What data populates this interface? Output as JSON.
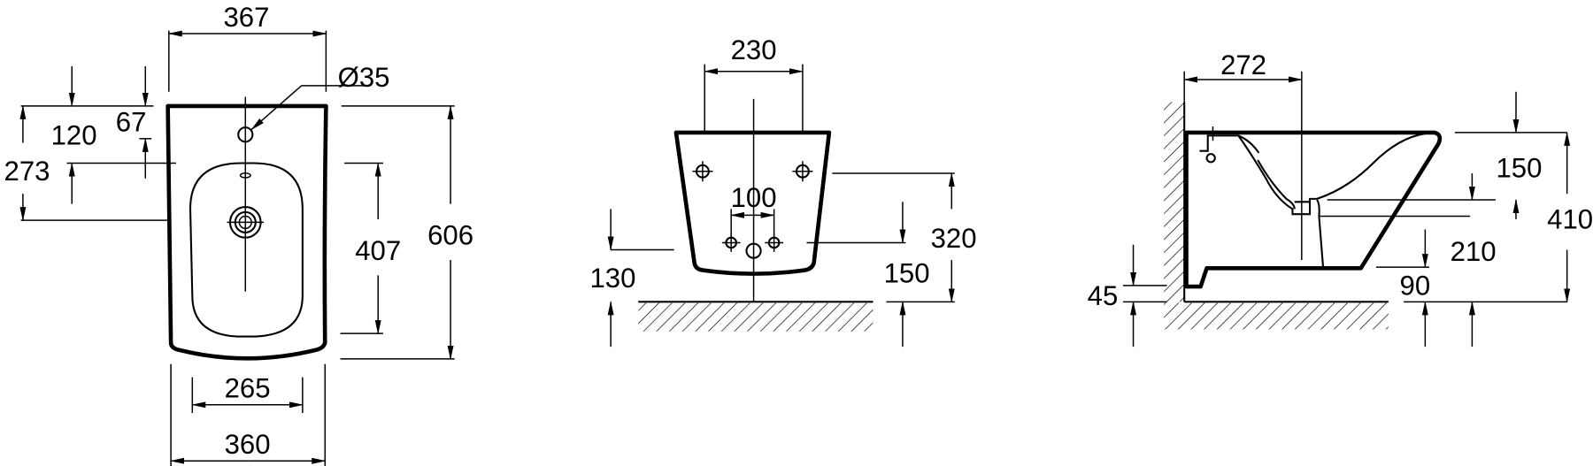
{
  "views": {
    "top": {
      "width_top": "367",
      "tap_hole_diameter": "Ø35",
      "tap_offset": "120",
      "hole_offset": "67",
      "drain_offset": "273",
      "bowl_length": "407",
      "total_length": "606",
      "bowl_width": "265",
      "width_bottom": "360"
    },
    "front": {
      "fixing_spacing": "230",
      "inlet_spacing": "100",
      "bottom_height": "130",
      "top_fixing_height": "320",
      "inlet_height": "150"
    },
    "side": {
      "drain_distance": "272",
      "rim_to_outlet": "150",
      "total_height": "410",
      "outlet_height": "210",
      "base_height": "90",
      "foot_height": "45"
    }
  },
  "colors": {
    "line": "#000000",
    "background": "#ffffff"
  }
}
